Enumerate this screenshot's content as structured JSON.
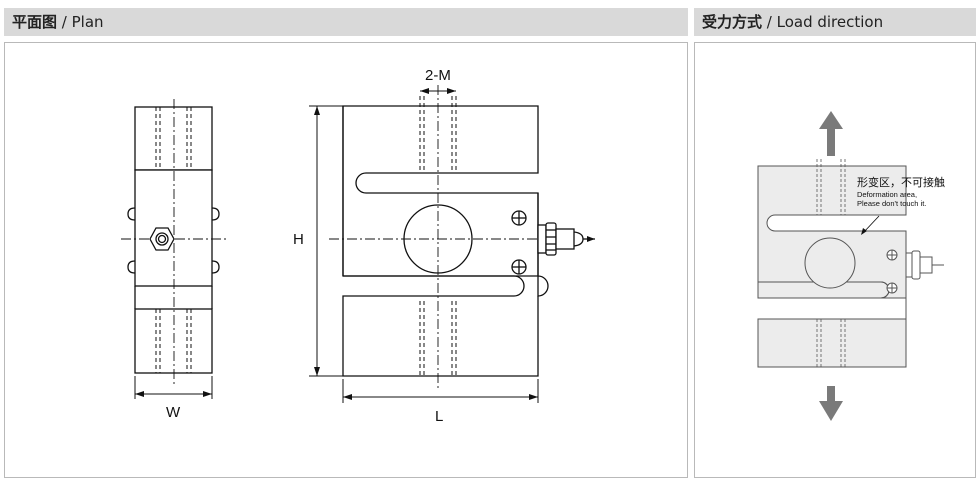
{
  "plan": {
    "title_cn": "平面图",
    "title_sep": " / ",
    "title_en": "Plan",
    "dims": {
      "w": "W",
      "l": "L",
      "h": "H",
      "m": "2-M"
    }
  },
  "load": {
    "title_cn": "受力方式",
    "title_sep": " / ",
    "title_en": "Load direction",
    "note_cn": "形变区，不可接触",
    "note_en1": "Deformation area,",
    "note_en2": "Please don't touch it."
  },
  "colors": {
    "header_bg": "#d9d9d9",
    "border": "#b9b9b9",
    "arrow": "#6f6f6f",
    "part_fill": "#ececec"
  }
}
